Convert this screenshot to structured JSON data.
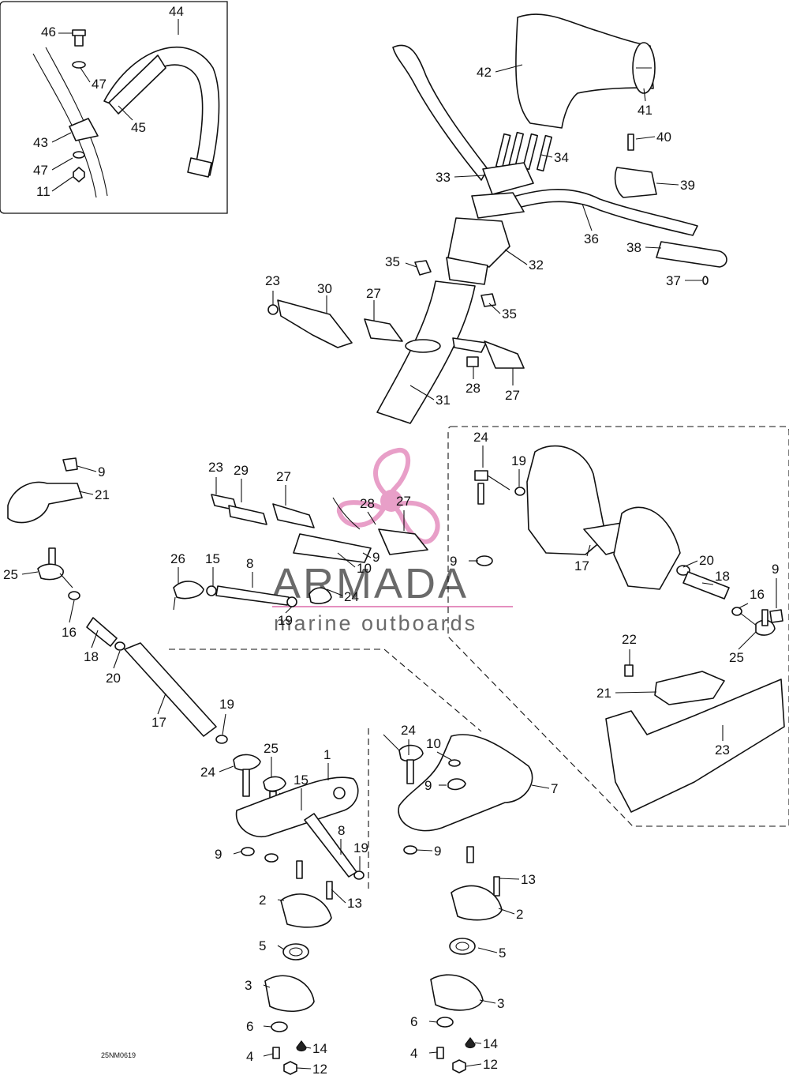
{
  "diagram": {
    "drawing_code": "25NM0619",
    "watermark": {
      "title": "ARMADA",
      "subtitle": "marine outboards",
      "accent_color": "#e58fbf",
      "text_color": "#6a6a6a"
    },
    "callouts": [
      {
        "id": "c46",
        "label": "46"
      },
      {
        "id": "c44",
        "label": "44"
      },
      {
        "id": "c47a",
        "label": "47"
      },
      {
        "id": "c45",
        "label": "45"
      },
      {
        "id": "c43",
        "label": "43"
      },
      {
        "id": "c47b",
        "label": "47"
      },
      {
        "id": "c11",
        "label": "11"
      },
      {
        "id": "c42",
        "label": "42"
      },
      {
        "id": "c41",
        "label": "41"
      },
      {
        "id": "c40",
        "label": "40"
      },
      {
        "id": "c34",
        "label": "34"
      },
      {
        "id": "c33",
        "label": "33"
      },
      {
        "id": "c39",
        "label": "39"
      },
      {
        "id": "c36",
        "label": "36"
      },
      {
        "id": "c38",
        "label": "38"
      },
      {
        "id": "c35a",
        "label": "35"
      },
      {
        "id": "c32",
        "label": "32"
      },
      {
        "id": "c37",
        "label": "37"
      },
      {
        "id": "c23a",
        "label": "23"
      },
      {
        "id": "c30",
        "label": "30"
      },
      {
        "id": "c27a",
        "label": "27"
      },
      {
        "id": "c35b",
        "label": "35"
      },
      {
        "id": "c28a",
        "label": "28"
      },
      {
        "id": "c27b",
        "label": "27"
      },
      {
        "id": "c31",
        "label": "31"
      },
      {
        "id": "c9a",
        "label": "9"
      },
      {
        "id": "c21a",
        "label": "21"
      },
      {
        "id": "c25a",
        "label": "25"
      },
      {
        "id": "c16a",
        "label": "16"
      },
      {
        "id": "c18a",
        "label": "18"
      },
      {
        "id": "c20a",
        "label": "20"
      },
      {
        "id": "c17a",
        "label": "17"
      },
      {
        "id": "c19a",
        "label": "19"
      },
      {
        "id": "c23b",
        "label": "23"
      },
      {
        "id": "c29",
        "label": "29"
      },
      {
        "id": "c27c",
        "label": "27"
      },
      {
        "id": "c28b",
        "label": "28"
      },
      {
        "id": "c27d",
        "label": "27"
      },
      {
        "id": "c26",
        "label": "26"
      },
      {
        "id": "c15a",
        "label": "15"
      },
      {
        "id": "c8a",
        "label": "8"
      },
      {
        "id": "c10a",
        "label": "10"
      },
      {
        "id": "c9b",
        "label": "9"
      },
      {
        "id": "c19b",
        "label": "19"
      },
      {
        "id": "c24a",
        "label": "24"
      },
      {
        "id": "c24b",
        "label": "24"
      },
      {
        "id": "c19c",
        "label": "19"
      },
      {
        "id": "c9c",
        "label": "9"
      },
      {
        "id": "c17b",
        "label": "17"
      },
      {
        "id": "c20b",
        "label": "20"
      },
      {
        "id": "c18b",
        "label": "18"
      },
      {
        "id": "c9d",
        "label": "9"
      },
      {
        "id": "c16b",
        "label": "16"
      },
      {
        "id": "c25b",
        "label": "25"
      },
      {
        "id": "c22",
        "label": "22"
      },
      {
        "id": "c21b",
        "label": "21"
      },
      {
        "id": "c23c",
        "label": "23"
      },
      {
        "id": "c24c",
        "label": "24"
      },
      {
        "id": "c25c",
        "label": "25"
      },
      {
        "id": "c1",
        "label": "1"
      },
      {
        "id": "c15b",
        "label": "15"
      },
      {
        "id": "c8b",
        "label": "8"
      },
      {
        "id": "c9e",
        "label": "9"
      },
      {
        "id": "c19d",
        "label": "19"
      },
      {
        "id": "c13a",
        "label": "13"
      },
      {
        "id": "c2a",
        "label": "2"
      },
      {
        "id": "c5a",
        "label": "5"
      },
      {
        "id": "c3a",
        "label": "3"
      },
      {
        "id": "c6a",
        "label": "6"
      },
      {
        "id": "c4a",
        "label": "4"
      },
      {
        "id": "c14a",
        "label": "14"
      },
      {
        "id": "c12a",
        "label": "12"
      },
      {
        "id": "c24d",
        "label": "24"
      },
      {
        "id": "c10b",
        "label": "10"
      },
      {
        "id": "c9f",
        "label": "9"
      },
      {
        "id": "c7",
        "label": "7"
      },
      {
        "id": "c9g",
        "label": "9"
      },
      {
        "id": "c13b",
        "label": "13"
      },
      {
        "id": "c2b",
        "label": "2"
      },
      {
        "id": "c5b",
        "label": "5"
      },
      {
        "id": "c3b",
        "label": "3"
      },
      {
        "id": "c6b",
        "label": "6"
      },
      {
        "id": "c14b",
        "label": "14"
      },
      {
        "id": "c4b",
        "label": "4"
      },
      {
        "id": "c12b",
        "label": "12"
      }
    ]
  }
}
